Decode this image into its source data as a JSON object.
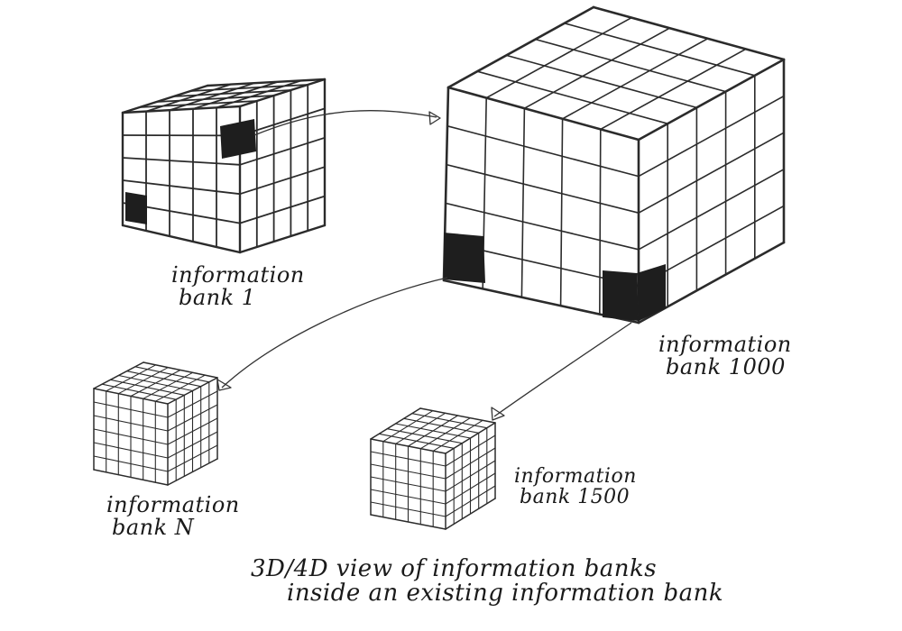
{
  "labels": {
    "bank_1": {
      "line1": "information",
      "line2": "bank  1"
    },
    "bank_1000": {
      "line1": "information",
      "line2": "bank 1000"
    },
    "bank_n": {
      "line1": "information",
      "line2": "bank  N"
    },
    "bank_1500": {
      "line1": "information",
      "line2": "bank 1500"
    }
  },
  "caption": {
    "line1": "3D/4D view of information banks",
    "line2": "inside an existing information bank"
  },
  "colors": {
    "ink": "#2b2b2b",
    "background": "#ffffff"
  }
}
